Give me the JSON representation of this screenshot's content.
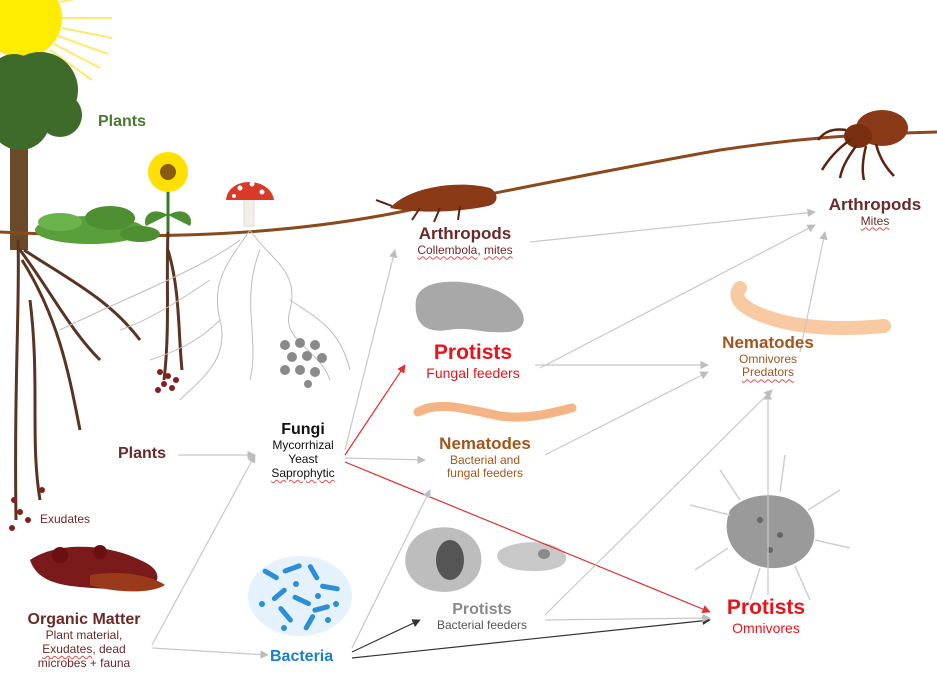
{
  "labels": {
    "plants_top": "Plants",
    "plants": "Plants",
    "exudates": "Exudates",
    "organic": {
      "title": "Organic Matter",
      "line1": "Plant material,",
      "line2a": "Exudates",
      "line2b": ", dead",
      "line3": "microbes + fauna"
    },
    "fungi": {
      "title": "Fungi",
      "line1": "Mycorrhizal",
      "line2": "Yeast",
      "line3": "Saprophytic"
    },
    "bacteria": "Bacteria",
    "arthropods_1": {
      "title": "Arthropods",
      "sub_a": "Collembola",
      "sub_b": ", ",
      "sub_c": "mites"
    },
    "protists_fungal": {
      "title": "Protists",
      "sub": "Fungal feeders"
    },
    "nematodes_1": {
      "title": "Nematodes",
      "line1": "Bacterial and",
      "line2": "fungal feeders"
    },
    "protists_bacterial": {
      "title": "Protists",
      "sub": "Bacterial feeders"
    },
    "arthropods_2": {
      "title": "Arthropods",
      "sub": "Mites"
    },
    "nematodes_2": {
      "title": "Nematodes",
      "line1": "Omnivores",
      "line2": "Predators"
    },
    "protists_omni": {
      "title": "Protists",
      "sub": "Omnivores"
    }
  },
  "colors": {
    "plants": "#4a7a2e",
    "plants_text": "#6b2a2a",
    "fungi": "#111111",
    "bacteria": "#1d7fc4",
    "arthropods": "#6b2a2a",
    "protists_fungal": "#e8141c",
    "nematodes": "#a0561e",
    "protists_bacterial": "#8a8a8a",
    "protists_omni": "#e8141c",
    "soil_line": "#8b4a1e",
    "arrow_grey": "#c8c8c8",
    "arrow_red": "#e03030"
  },
  "icons": [
    "sun-icon",
    "tree-icon",
    "fern-icon",
    "flower-icon",
    "mushroom-icon",
    "roots-icon",
    "fungi-spores-icon",
    "bacteria-cluster-icon",
    "organic-matter-icon",
    "collembola-icon",
    "mite-icon",
    "nematode-icon",
    "protist-icon",
    "amoeba-icon"
  ]
}
